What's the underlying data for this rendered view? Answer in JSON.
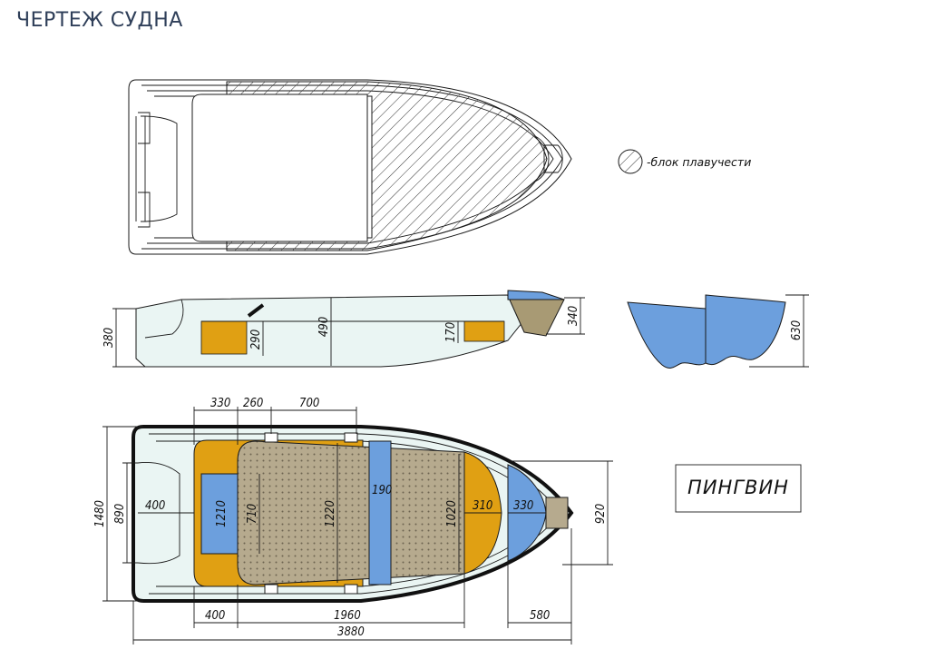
{
  "title": "ЧЕРТЕЖ СУДНА",
  "legend": {
    "text": "-блок плавучести"
  },
  "brand": "ПИНГВИН",
  "colors": {
    "hull": "#eaf5f3",
    "buoyancy_orange": "#e0a013",
    "bench_blue": "#6c9fdd",
    "deck_brown": "#b6aa8e",
    "bow_olive": "#a89a74",
    "outline": "#1a1a1a"
  },
  "side_view": {
    "dims": [
      "380",
      "290",
      "490",
      "170",
      "340"
    ]
  },
  "section_view": {
    "dims": [
      "630"
    ]
  },
  "plan_view": {
    "top_dims": [
      "330",
      "260",
      "700"
    ],
    "inner_dims": [
      "400",
      "1210",
      "710",
      "1220",
      "190",
      "1020",
      "310",
      "330"
    ],
    "left_dims": [
      "1480",
      "890"
    ],
    "right_dims": [
      "920"
    ],
    "bottom_dims": [
      "400",
      "1960",
      "580"
    ],
    "overall_length": "3880"
  }
}
